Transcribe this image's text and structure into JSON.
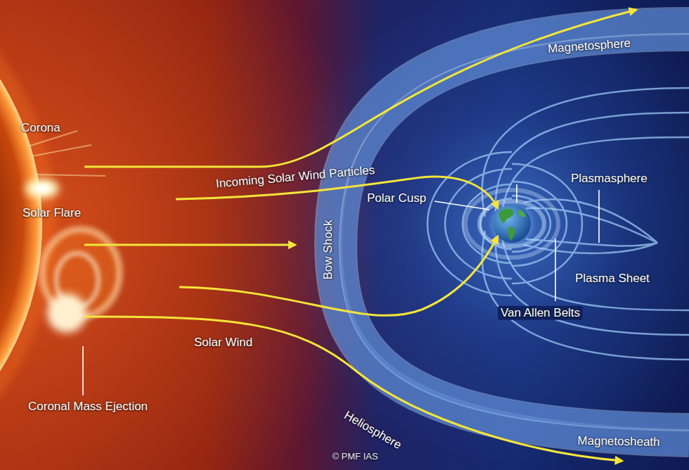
{
  "diagram": {
    "labels": [
      "Magnetosphere",
      "Corona",
      "Incoming Solar Wind Particles",
      "Polar Cusp",
      "Plasmasphere",
      "Solar Flare",
      "Bow Shock",
      "Plasma Sheet",
      "Van Allen Belts",
      "Solar Wind",
      "Coronal Mass Ejection",
      "Heliosphere",
      "Magnetosheath",
      "© PMF IAS"
    ]
  }
}
